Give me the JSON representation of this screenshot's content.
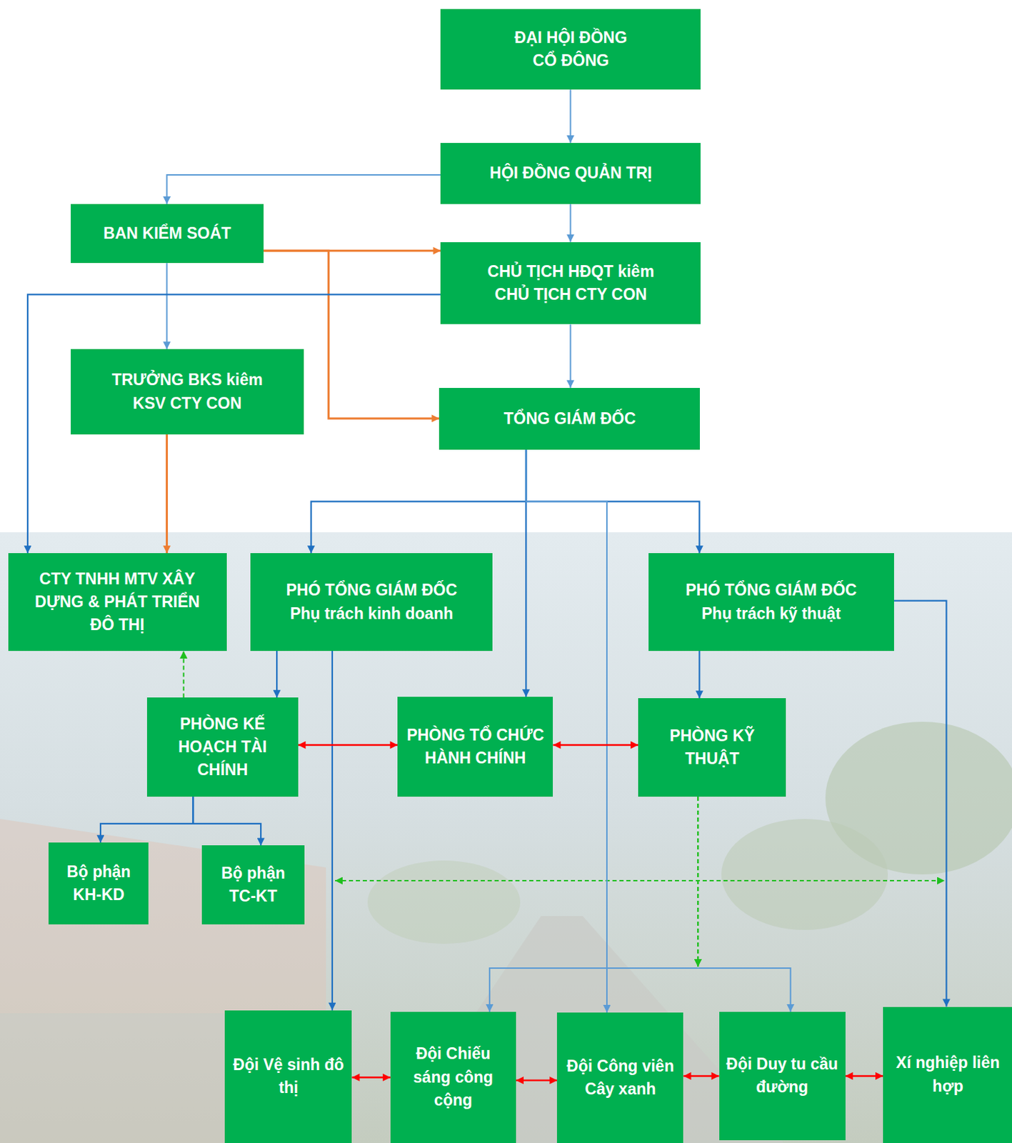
{
  "diagram": {
    "nodes": [
      {
        "text": [
          "ĐẠI HỘI ĐỒNG CỔ ĐÔNG"
        ]
      },
      {
        "text": [
          "HỘI ĐỒNG QUẢN TRỊ"
        ]
      },
      {
        "text": [
          "BAN KIỂM SOÁT"
        ]
      },
      {
        "text": [
          "CHỦ TỊCH HĐQT kiêm CHỦ TỊCH CTY CON"
        ]
      },
      {
        "text": [
          "TRƯỞNG BKS kiêm KSV CTY CON"
        ]
      },
      {
        "text": [
          "TỔNG GIÁM ĐỐC"
        ]
      },
      {
        "text": [
          "CTY TNHH MTV XÂY DỰNG & PHÁT TRIỂN ĐÔ THỊ"
        ]
      },
      {
        "text": [
          "PHÓ TỔNG GIÁM ĐỐC Phụ trách kinh doanh"
        ]
      },
      {
        "text": [
          "PHÓ TỔNG GIÁM ĐỐC Phụ trách kỹ thuật"
        ]
      },
      {
        "text": [
          "PHÒNG KẾ HOẠCH TÀI CHÍNH"
        ]
      },
      {
        "text": [
          "PHÒNG TỔ CHỨC HÀNH CHÍNH"
        ]
      },
      {
        "text": [
          "PHÒNG KỸ THUẬT"
        ]
      },
      {
        "text": [
          "Bộ phận KH-KD"
        ]
      },
      {
        "text": [
          "Bộ phận TC-KT"
        ]
      },
      {
        "text": [
          "Đội Vệ sinh đô thị"
        ]
      },
      {
        "text": [
          "Đội Chiếu sáng công cộng"
        ]
      },
      {
        "text": [
          "Đội Công viên Cây xanh"
        ]
      },
      {
        "text": [
          "Đội Duy tu cầu đường"
        ]
      },
      {
        "text": [
          "Xí nghiệp liên hợp"
        ]
      }
    ],
    "edges": [
      {
        "from": 0,
        "to": 1,
        "arrow": "to"
      },
      {
        "from": 1,
        "to": 2,
        "arrow": "to"
      },
      {
        "from": 1,
        "to": 3,
        "arrow": "to"
      },
      {
        "from": 2,
        "to": 3,
        "arrow": "to"
      },
      {
        "from": 2,
        "to": 5,
        "arrow": "to"
      },
      {
        "from": 2,
        "to": 4,
        "arrow": "to"
      },
      {
        "from": 3,
        "to": 6,
        "arrow": "to"
      },
      {
        "from": 3,
        "to": 5,
        "arrow": "to"
      },
      {
        "from": 4,
        "to": 6,
        "arrow": "to"
      },
      {
        "from": 5,
        "to": 7,
        "arrow": "to"
      },
      {
        "from": 5,
        "to": 10,
        "arrow": "to"
      },
      {
        "from": 5,
        "to": 8,
        "arrow": "to"
      },
      {
        "from": 5,
        "to": 16,
        "arrow": "to"
      },
      {
        "from": 7,
        "to": 9,
        "arrow": "to"
      },
      {
        "from": 7,
        "to": 14,
        "arrow": "to"
      },
      {
        "from": 8,
        "to": 11,
        "arrow": "to"
      },
      {
        "from": 8,
        "to": 18,
        "arrow": "to"
      },
      {
        "from": 9,
        "to": 6,
        "arrow": "to"
      },
      {
        "from": 9,
        "to": 10,
        "arrow": "both"
      },
      {
        "from": 10,
        "to": 11,
        "arrow": "both"
      },
      {
        "from": 9,
        "to": 12,
        "arrow": "to"
      },
      {
        "from": 9,
        "to": 13,
        "arrow": "to"
      },
      {
        "from": 11,
        "to": 15,
        "arrow": "to"
      },
      {
        "from": 11,
        "to": 17,
        "arrow": "to"
      },
      {
        "from": 14,
        "to": 15,
        "arrow": "both"
      },
      {
        "from": 15,
        "to": 16,
        "arrow": "both"
      },
      {
        "from": 16,
        "to": 17,
        "arrow": "both"
      },
      {
        "from": 17,
        "to": 18,
        "arrow": "both"
      }
    ]
  }
}
